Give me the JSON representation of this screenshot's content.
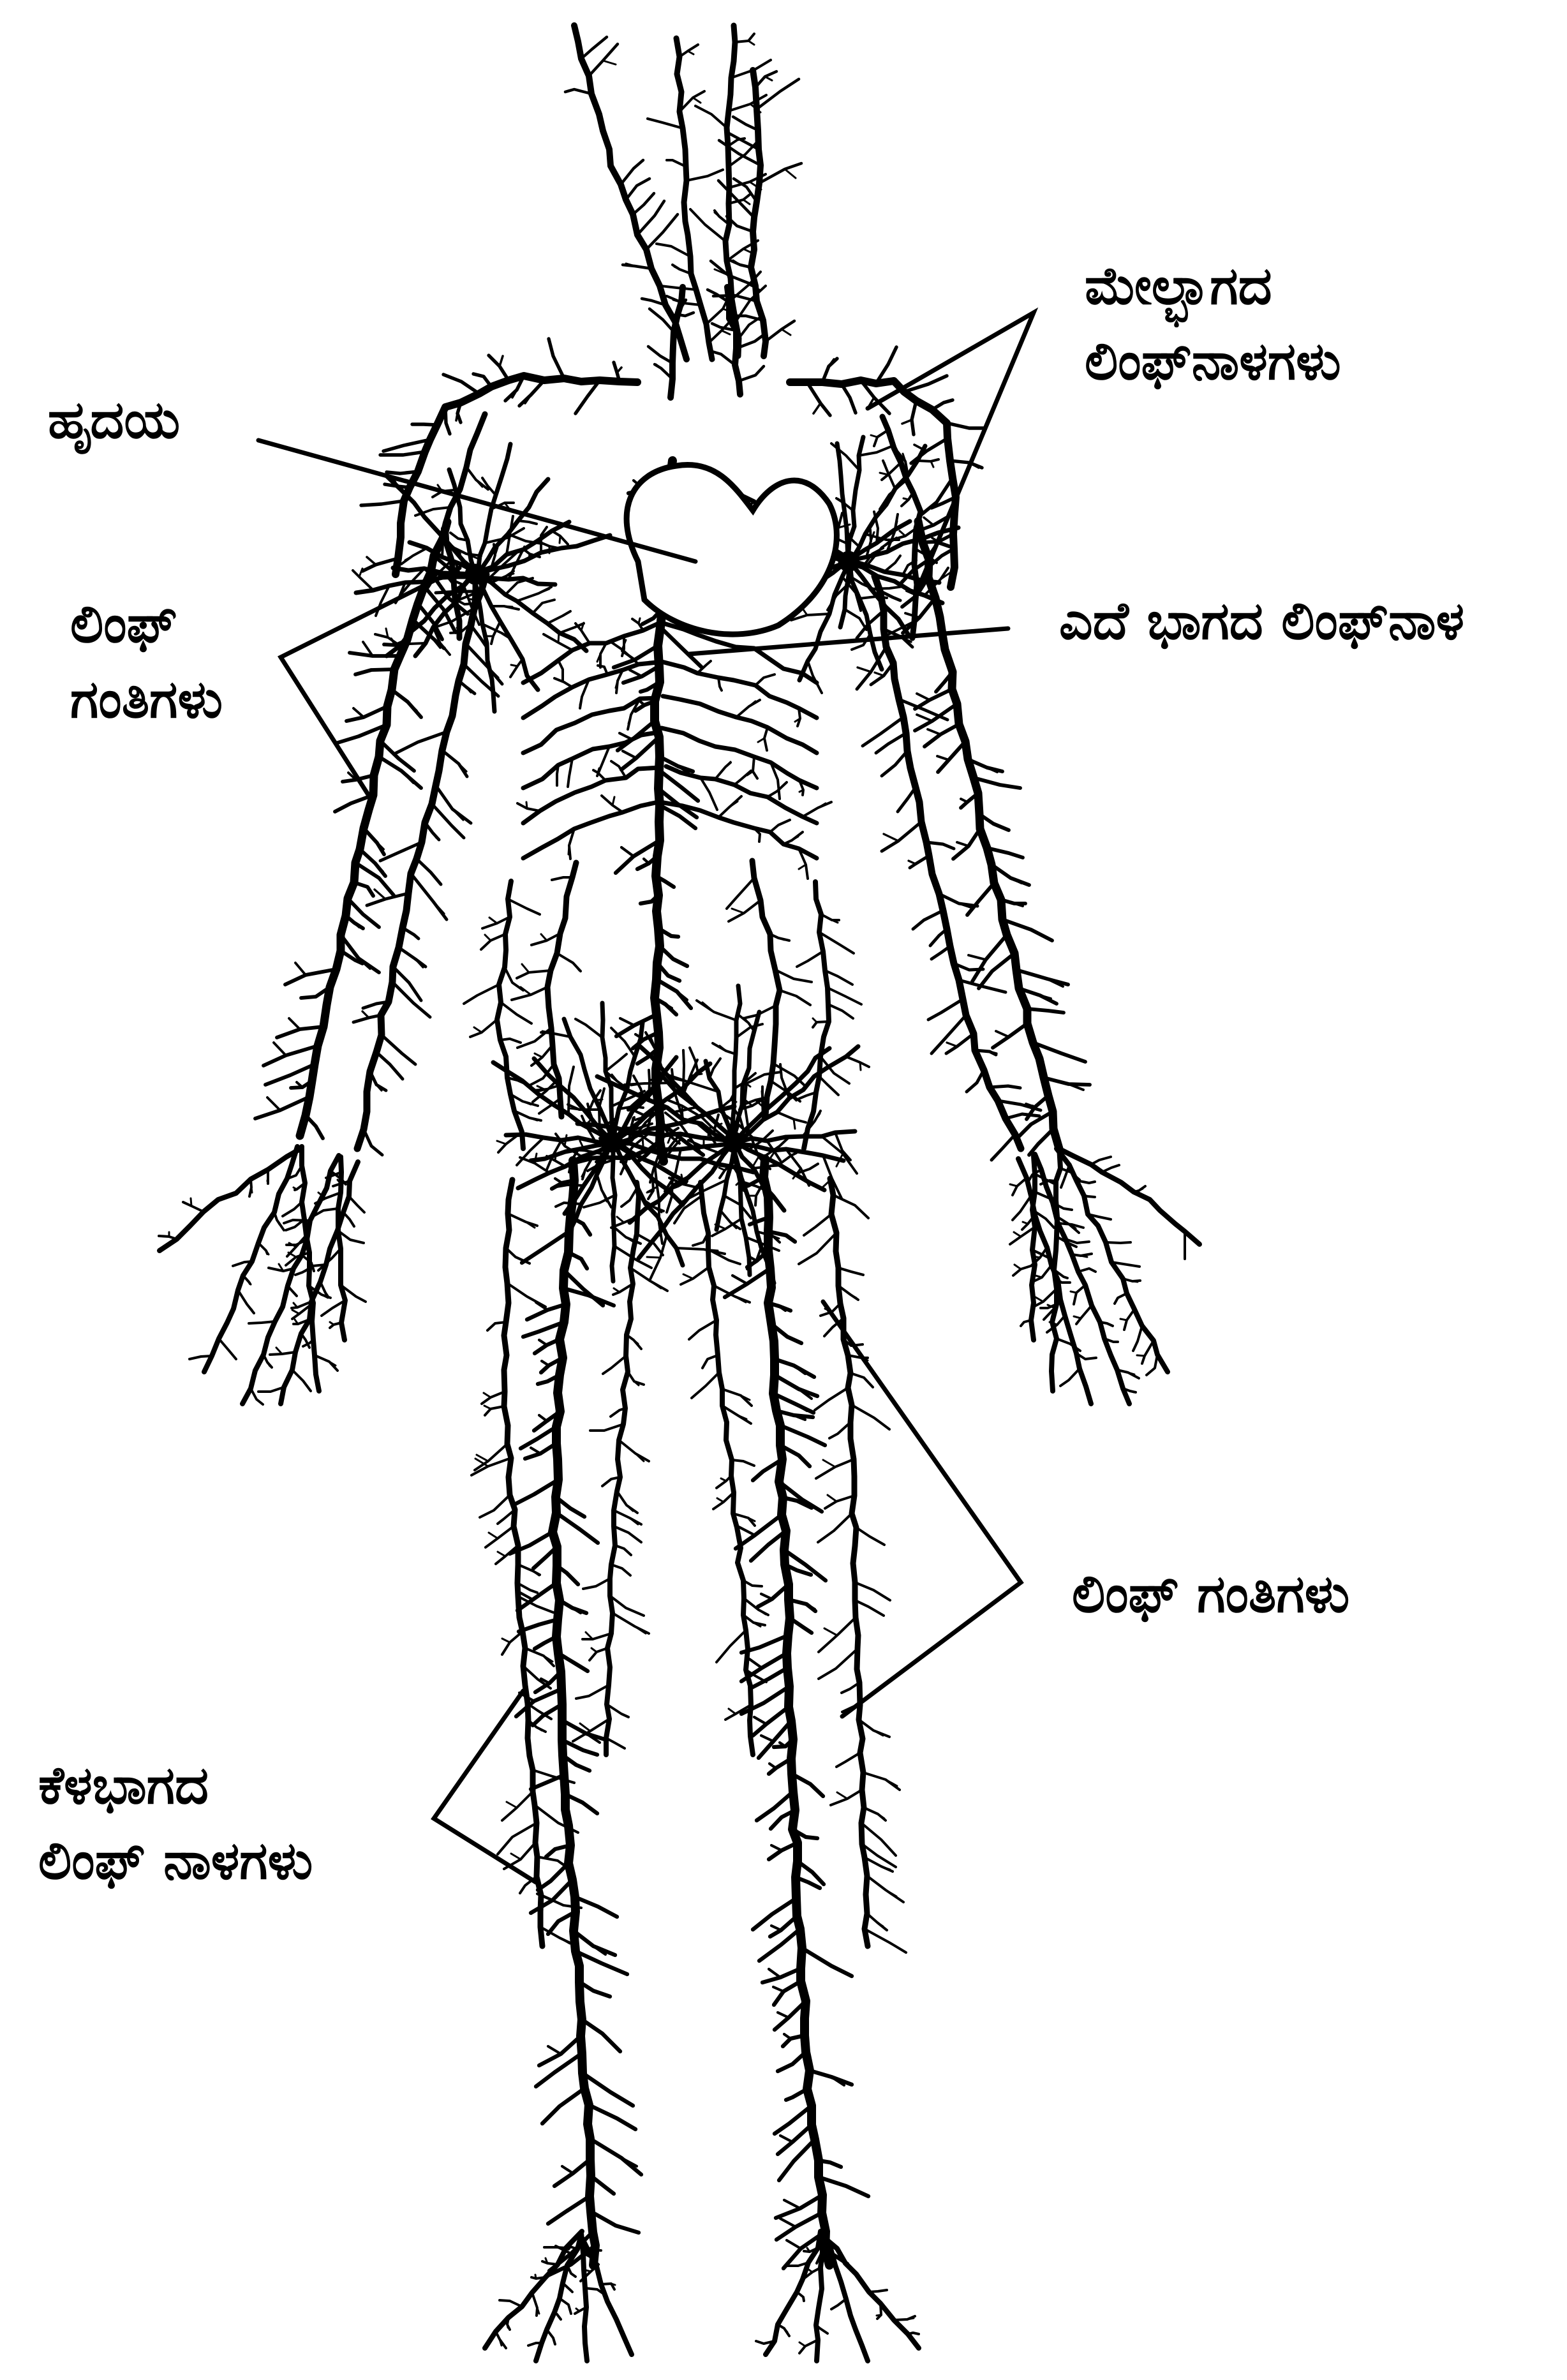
{
  "figure": {
    "title": "",
    "colors": {
      "ink": "#000000",
      "background": "#ffffff"
    },
    "labels": {
      "upper_vessels": [
        "ಮೇಲ್ಭಾಗದ",
        "ಲಿಂಫ್‌ನಾಳಗಳು"
      ],
      "heart": [
        "ಹೃದಯ"
      ],
      "nodes_upper": [
        "ಲಿಂಫ್",
        "ಗಂತಿಗಳು"
      ],
      "chest_vessels": [
        "ಎದೆ ಭಾಗದ ಲಿಂಫ್‌ನಾಳ"
      ],
      "nodes_lower": [
        "ಲಿಂಫ್ ಗಂತಿಗಳು"
      ],
      "lower_vessels": [
        "ಕೆಳಭಾಗದ",
        "ಲಿಂಫ್ ನಾಳಗಳು"
      ]
    }
  }
}
